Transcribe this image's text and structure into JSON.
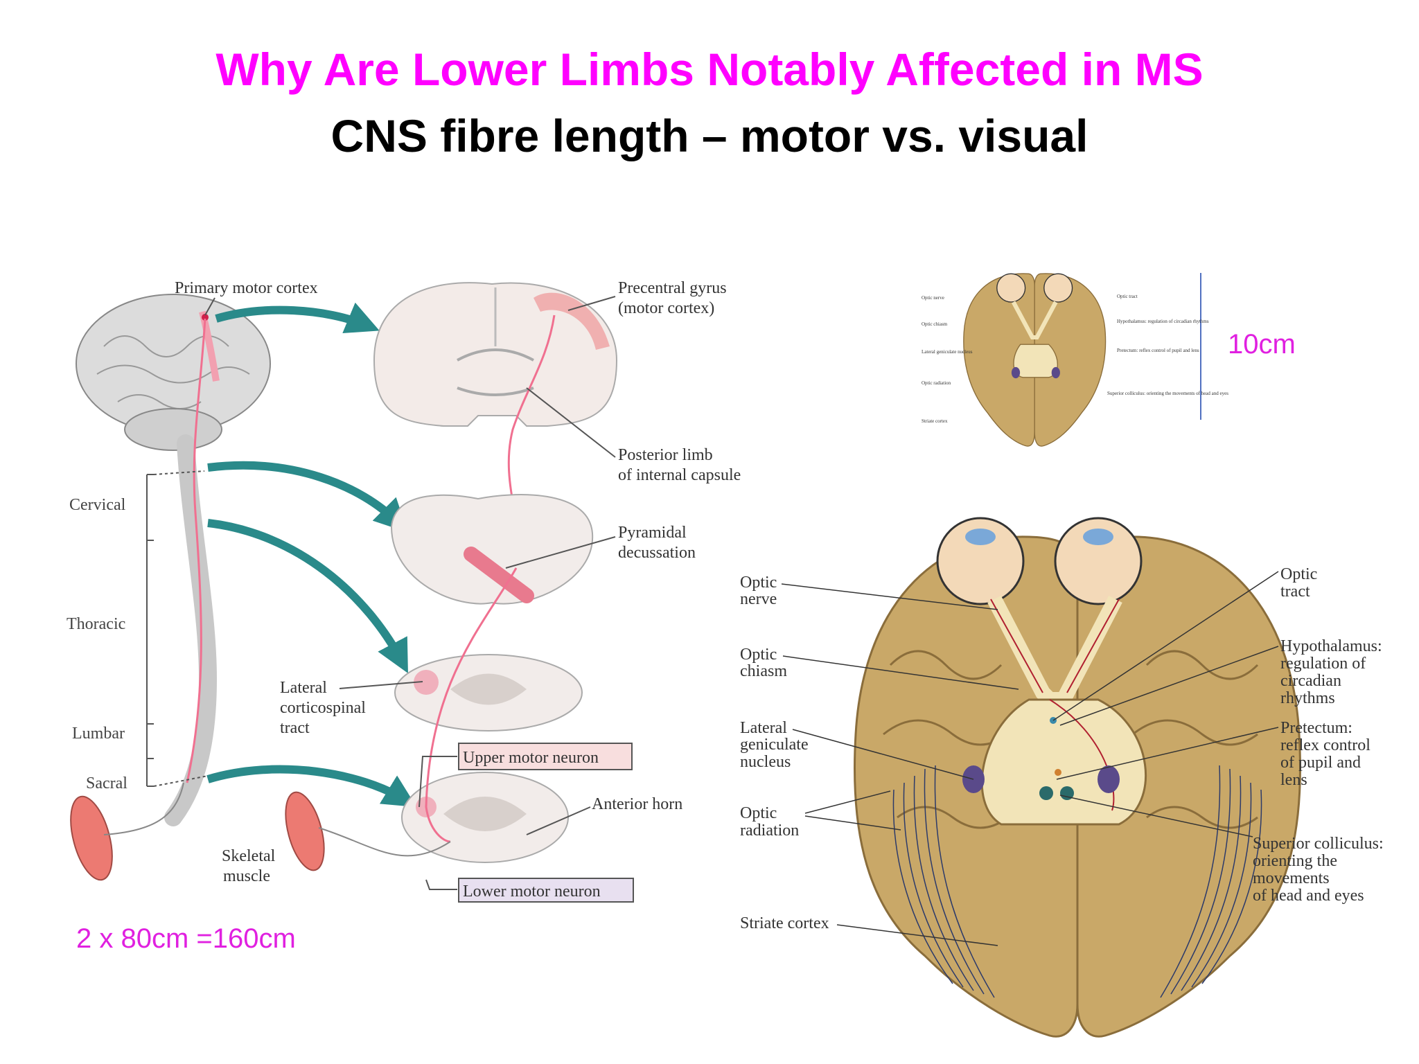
{
  "title": "Why Are Lower Limbs Notably Affected in MS",
  "subtitle": "CNS fibre length – motor vs. visual",
  "motor_diagram": {
    "primary_motor_cortex": "Primary motor cortex",
    "precentral_gyrus_1": "Precentral gyrus",
    "precentral_gyrus_2": "(motor cortex)",
    "posterior_limb_1": "Posterior limb",
    "posterior_limb_2": "of internal  capsule",
    "pyramidal_1": "Pyramidal",
    "pyramidal_2": "decussation",
    "lateral_1": "Lateral",
    "lateral_2": "corticospinal",
    "lateral_3": "tract",
    "upper_motor_neuron": "Upper motor neuron",
    "anterior_horn": "Anterior horn",
    "skeletal_1": "Skeletal",
    "skeletal_2": "muscle",
    "lower_motor_neuron": "Lower motor neuron",
    "cervical": "Cervical",
    "thoracic": "Thoracic",
    "lumbar": "Lumbar",
    "sacral": "Sacral",
    "length_note": "2 x 80cm =160cm"
  },
  "visual_small": {
    "scale": "10cm",
    "optic_nerve": "Optic nerve",
    "optic_chiasm": "Optic chiasm",
    "lateral_geniculate": "Lateral geniculate nucleus",
    "optic_radiation": "Optic radiation",
    "striate_cortex": "Striate cortex",
    "optic_tract": "Optic tract",
    "hypothalamus": "Hypothalamus: regulation of circadian rhythms",
    "pretectum": "Pretectum: reflex control of pupil and lens",
    "superior_colliculus": "Superior colliculus: orienting the movements of head and eyes"
  },
  "visual_diagram": {
    "optic_nerve_1": "Optic",
    "optic_nerve_2": "nerve",
    "optic_chiasm_1": "Optic",
    "optic_chiasm_2": "chiasm",
    "lgn_1": "Lateral",
    "lgn_2": "geniculate",
    "lgn_3": "nucleus",
    "optic_radiation_1": "Optic",
    "optic_radiation_2": "radiation",
    "striate_cortex": "Striate cortex",
    "optic_tract_1": "Optic",
    "optic_tract_2": "tract",
    "hypo_1": "Hypothalamus:",
    "hypo_2": "regulation of",
    "hypo_3": "circadian",
    "hypo_4": "rhythms",
    "pret_1": "Pretectum:",
    "pret_2": "reflex control",
    "pret_3": "of pupil and",
    "pret_4": "lens",
    "sc_1": "Superior colliculus:",
    "sc_2": "orienting the",
    "sc_3": "movements",
    "sc_4": "of head and eyes"
  },
  "colors": {
    "title_accent": "#ff00ff",
    "brain_tan": "#c9a868",
    "tract_pink": "#f2a0b0",
    "arrow_teal": "#2a8a8a"
  }
}
